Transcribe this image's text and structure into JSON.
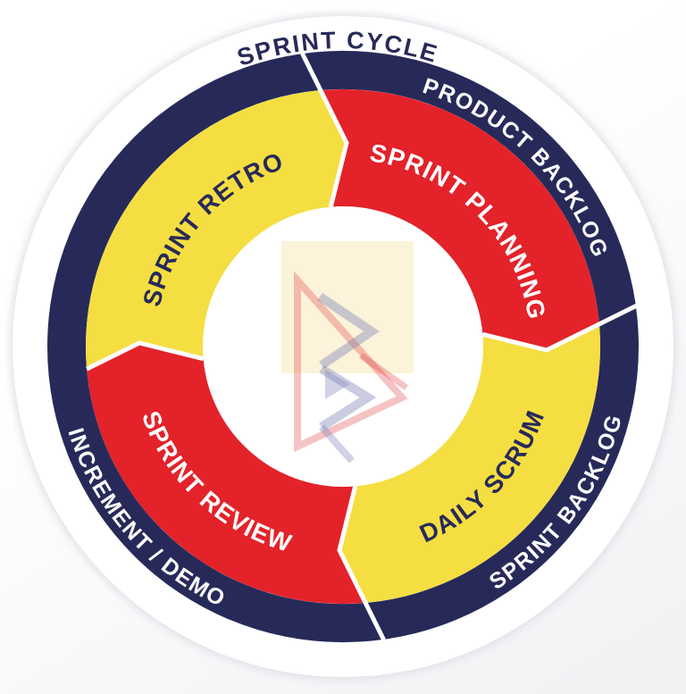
{
  "diagram": {
    "title": "SPRINT CYCLE",
    "outer_labels": {
      "product_backlog": "PRODUCT BACKLOG",
      "sprint_backlog": "SPRINT BACKLOG",
      "increment_demo": "INCREMENT / DEMO"
    },
    "segments": [
      {
        "label": "SPRINT PLANNING",
        "color": "#E3222A",
        "text_color": "#FFFFFF",
        "position": "top-right"
      },
      {
        "label": "DAILY SCRUM",
        "color": "#F5DE41",
        "text_color": "#272A59",
        "position": "bottom-right"
      },
      {
        "label": "SPRINT REVIEW",
        "color": "#E3222A",
        "text_color": "#FFFFFF",
        "position": "bottom-left"
      },
      {
        "label": "SPRINT RETRO",
        "color": "#F5DE41",
        "text_color": "#272A59",
        "position": "top-left"
      }
    ],
    "colors": {
      "navy": "#272A59",
      "red": "#E3222A",
      "yellow": "#F5DE41",
      "white": "#FFFFFF",
      "watermark_bg": "#FBF3DA",
      "watermark_red": "#E2383D",
      "watermark_blue": "#7A7FB5",
      "shadow": "#DCDCE4"
    }
  }
}
